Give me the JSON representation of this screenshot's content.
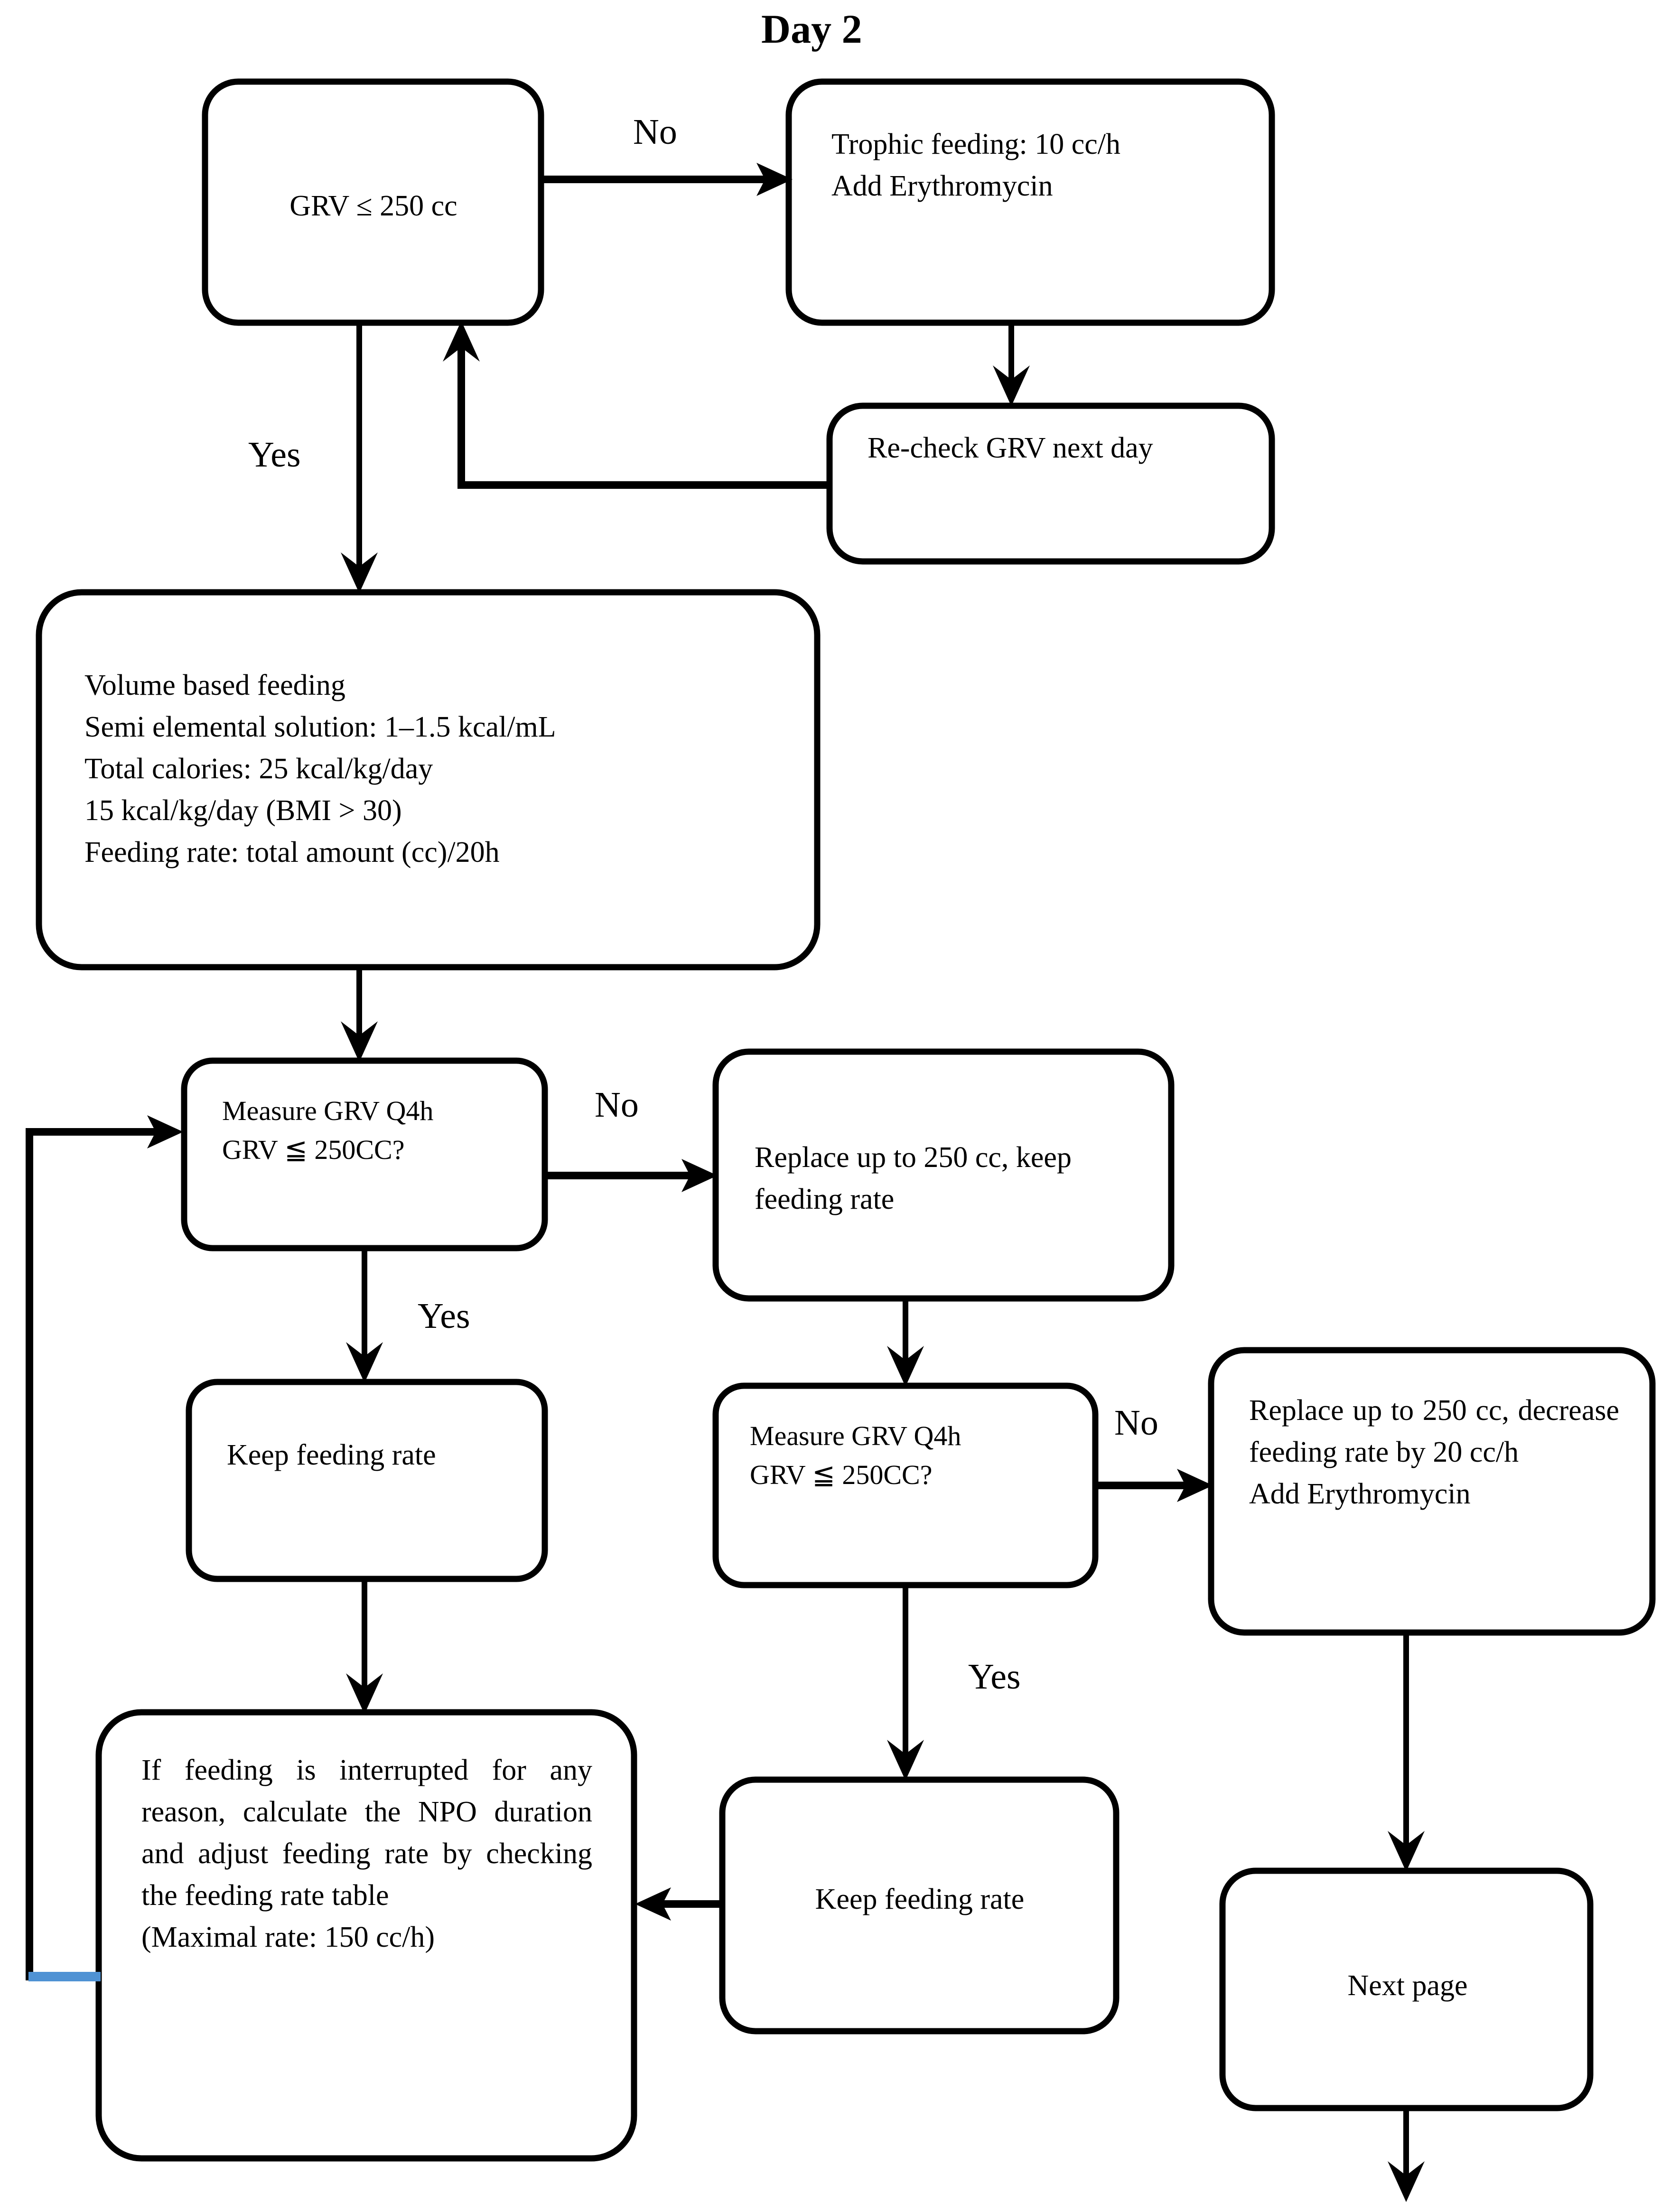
{
  "chart_data": {
    "type": "diagram",
    "title": "Day 2 enteral feeding protocol flowchart",
    "nodes": [
      {
        "id": "grv250",
        "label": "GRV ≤ 250 cc"
      },
      {
        "id": "trophic",
        "label": "Trophic feeding: 10 cc/h\nAdd Erythromycin"
      },
      {
        "id": "recheck",
        "label": "Re-check GRV next day"
      },
      {
        "id": "volume",
        "label": "Volume based feeding\nSemi elemental solution: 1–1.5 kcal/mL\nTotal calories: 25 kcal/kg/day\n15 kcal/kg/day (BMI > 30)\nFeeding rate: total amount (cc)/20h"
      },
      {
        "id": "measure1",
        "label": "Measure GRV Q4h\nGRV ≦ 250CC?"
      },
      {
        "id": "replace1",
        "label": "Replace up to 250 cc, keep feeding rate"
      },
      {
        "id": "keep1",
        "label": "Keep feeding rate"
      },
      {
        "id": "measure2",
        "label": "Measure GRV Q4h\nGRV ≦ 250CC?"
      },
      {
        "id": "replace2",
        "label": "Replace up to 250 cc, decrease feeding rate by 20 cc/h\nAdd Erythromycin"
      },
      {
        "id": "keep2",
        "label": "Keep feeding rate"
      },
      {
        "id": "interrupt",
        "label": "If feeding is interrupted for any reason, calculate the NPO duration and adjust feeding rate by checking the feeding rate table\n(Maximal rate: 150 cc/h)"
      },
      {
        "id": "nextpage",
        "label": "Next page"
      }
    ],
    "edges": [
      {
        "from": "grv250",
        "to": "trophic",
        "label": "No"
      },
      {
        "from": "grv250",
        "to": "volume",
        "label": "Yes"
      },
      {
        "from": "trophic",
        "to": "recheck",
        "label": ""
      },
      {
        "from": "recheck",
        "to": "grv250",
        "label": ""
      },
      {
        "from": "volume",
        "to": "measure1",
        "label": ""
      },
      {
        "from": "measure1",
        "to": "replace1",
        "label": "No"
      },
      {
        "from": "measure1",
        "to": "keep1",
        "label": "Yes"
      },
      {
        "from": "replace1",
        "to": "measure2",
        "label": ""
      },
      {
        "from": "measure2",
        "to": "replace2",
        "label": "No"
      },
      {
        "from": "measure2",
        "to": "keep2",
        "label": "Yes"
      },
      {
        "from": "keep1",
        "to": "interrupt",
        "label": ""
      },
      {
        "from": "keep2",
        "to": "interrupt",
        "label": ""
      },
      {
        "from": "interrupt",
        "to": "measure1",
        "label": ""
      },
      {
        "from": "replace2",
        "to": "nextpage",
        "label": ""
      },
      {
        "from": "nextpage",
        "to": "out",
        "label": ""
      }
    ]
  },
  "title": {
    "day": "Day 2"
  },
  "nodes": {
    "grv_check": "GRV ≤ 250 cc",
    "trophic_feeding": "Trophic feeding: 10 cc/h\nAdd Erythromycin",
    "recheck_grv": "Re-check GRV next day",
    "volume_feeding": "Volume based feeding\nSemi elemental solution: 1–1.5 kcal/mL\nTotal calories: 25 kcal/kg/day\n15 kcal/kg/day (BMI > 30)\nFeeding rate: total amount (cc)/20h",
    "measure_grv_1": "Measure GRV Q4h\nGRV ≦ 250CC?",
    "replace_keep": "Replace up to 250 cc, keep feeding rate",
    "keep_rate_1": "Keep feeding rate",
    "measure_grv_2": "Measure GRV Q4h\nGRV ≦ 250CC?",
    "replace_decrease": "Replace up to 250 cc, decrease feeding rate by 20 cc/h\nAdd Erythromycin",
    "keep_rate_2": "Keep feeding rate",
    "interrupted": "If feeding is interrupted for any reason, calculate the NPO duration and adjust feeding rate by checking the feeding rate table\n(Maximal rate: 150 cc/h)",
    "next_page": "Next page"
  },
  "labels": {
    "no_1": "No",
    "no_2": "No",
    "no_3": "No",
    "yes_1": "Yes",
    "yes_2": "Yes",
    "yes_3": "Yes"
  },
  "colors": {
    "stroke": "#000000",
    "fill": "#ffffff",
    "accent_blue": "#4f92d4"
  }
}
